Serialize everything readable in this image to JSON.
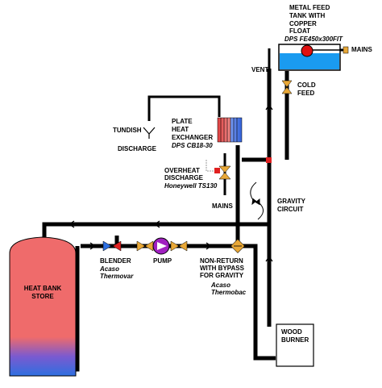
{
  "labels": {
    "tank_line1": "METAL FEED",
    "tank_line2": "TANK WITH",
    "tank_line3": "COPPER",
    "tank_line4": "FLOAT",
    "tank_model": "DPS FE450x300FIT",
    "mains_top": "MAINS",
    "vent": "VENT",
    "cold_feed_1": "COLD",
    "cold_feed_2": "FEED",
    "phe_1": "PLATE",
    "phe_2": "HEAT",
    "phe_3": "EXCHANGER",
    "phe_model": "DPS CB18-30",
    "tundish": "TUNDISH",
    "discharge": "DISCHARGE",
    "overheat_1": "OVERHEAT",
    "overheat_2": "DISCHARGE",
    "overheat_model": "Honeywell TS130",
    "mains_mid": "MAINS",
    "gravity_1": "GRAVITY",
    "gravity_2": "CIRCUIT",
    "blender": "BLENDER",
    "blender_model_1": "Acaso",
    "blender_model_2": "Thermovar",
    "pump": "PUMP",
    "nonreturn_1": "NON-RETURN",
    "nonreturn_2": "WITH BYPASS",
    "nonreturn_3": "FOR GRAVITY",
    "nonreturn_model_1": "Acaso",
    "nonreturn_model_2": "Thermobac",
    "store_1": "HEAT BANK",
    "store_2": "STORE",
    "burner_1": "WOOD",
    "burner_2": "BURNER"
  },
  "colors": {
    "pipe": "#000000",
    "hot": "#ef6b6b",
    "cold": "#2e6fe0",
    "water": "#1a9bf0",
    "float": "#e01010",
    "pump": "#a020c0",
    "valve": "#e8a838",
    "accent_red": "#e02020"
  }
}
